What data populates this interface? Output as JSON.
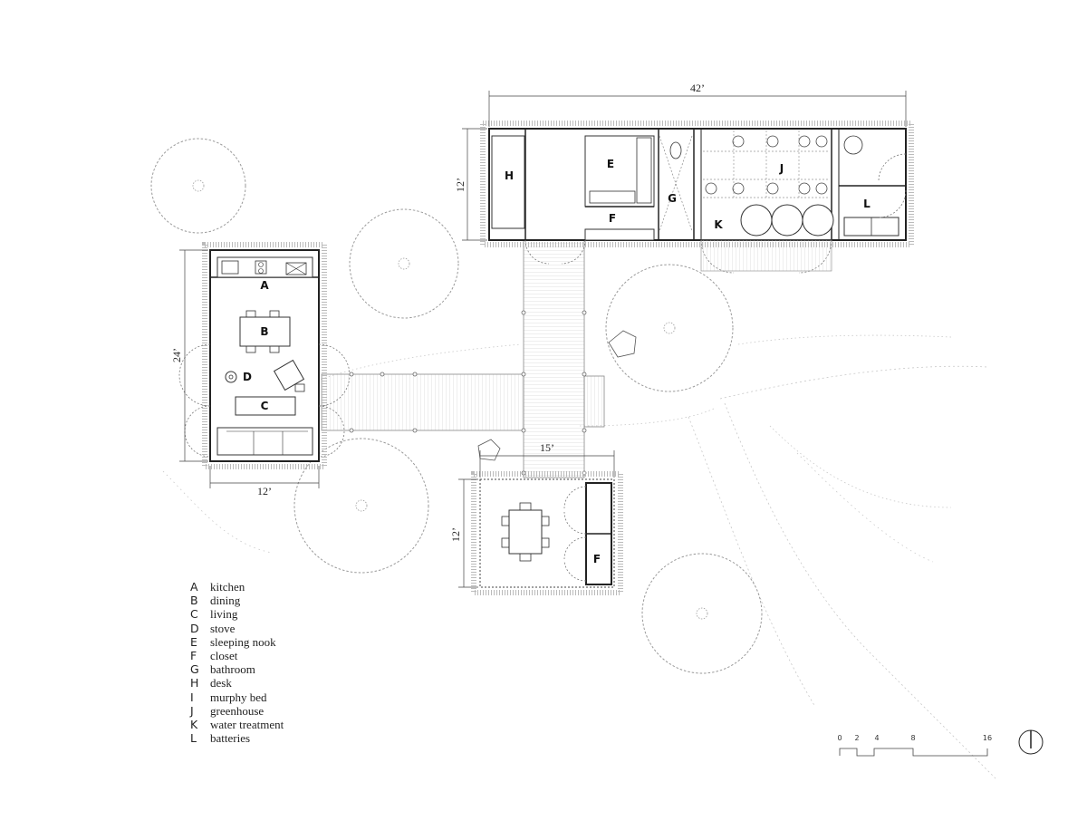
{
  "dimensions": {
    "main_width": "42’",
    "main_depth": "12’",
    "cabin_depth": "24’",
    "cabin_width": "12’",
    "pavilion_width": "15’",
    "pavilion_depth": "12’"
  },
  "rooms": {
    "cabin": {
      "a": "A",
      "b": "B",
      "c": "C",
      "d": "D"
    },
    "main": {
      "h": "H",
      "e": "E",
      "f": "F",
      "g": "G",
      "j": "J",
      "k": "K",
      "l": "L"
    },
    "pavilion": {
      "f": "F"
    }
  },
  "legend": [
    {
      "letter": "A",
      "name": "kitchen"
    },
    {
      "letter": "B",
      "name": "dining"
    },
    {
      "letter": "C",
      "name": "living"
    },
    {
      "letter": "D",
      "name": "stove"
    },
    {
      "letter": "E",
      "name": "sleeping nook"
    },
    {
      "letter": "F",
      "name": "closet"
    },
    {
      "letter": "G",
      "name": "bathroom"
    },
    {
      "letter": "H",
      "name": "desk"
    },
    {
      "letter": "I",
      "name": "murphy bed"
    },
    {
      "letter": "J",
      "name": "greenhouse"
    },
    {
      "letter": "K",
      "name": "water treatment"
    },
    {
      "letter": "L",
      "name": "batteries"
    }
  ],
  "scale": [
    "0",
    "2",
    "4",
    "8",
    "16"
  ],
  "north_arrow": "north-arrow-icon"
}
